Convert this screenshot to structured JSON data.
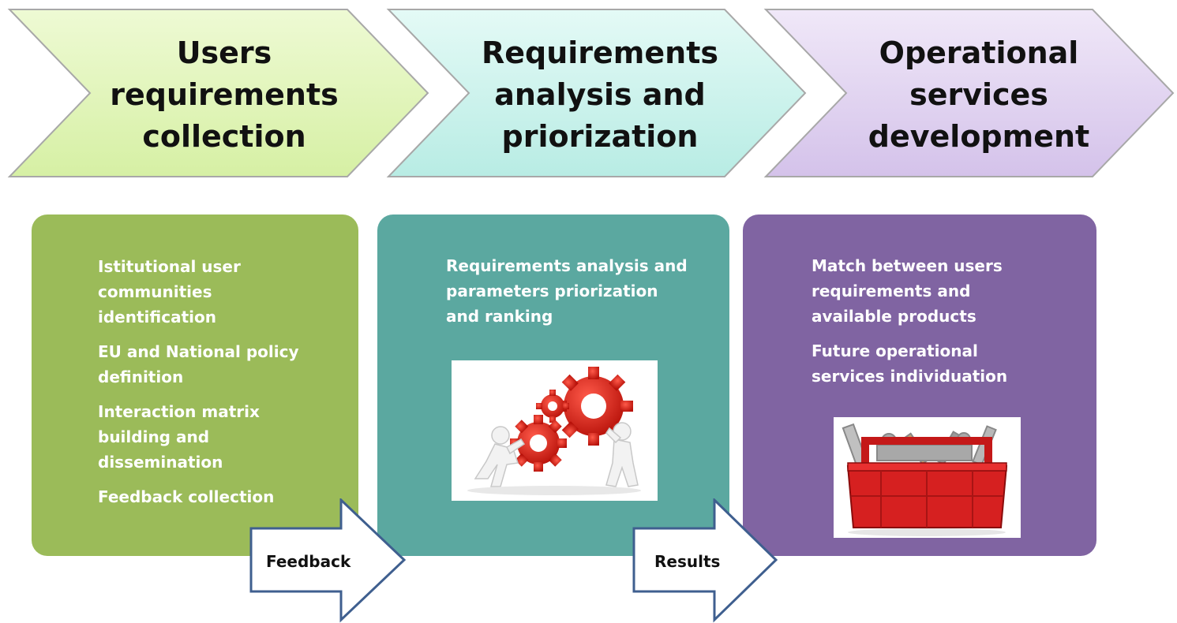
{
  "stages": [
    {
      "title_lines": [
        "Users",
        "requirements",
        "collection"
      ],
      "items": [
        [
          "Istitutional user",
          "communities",
          "identification"
        ],
        [
          "EU and National policy",
          "definition"
        ],
        [
          "Interaction matrix",
          "building and",
          "dissemination"
        ],
        [
          "Feedback collection"
        ]
      ]
    },
    {
      "title_lines": [
        "Requirements",
        "analysis and",
        "priorization"
      ],
      "items": [
        [
          "Requirements analysis and",
          "parameters priorization",
          "and ranking"
        ]
      ]
    },
    {
      "title_lines": [
        "Operational",
        "services",
        "development"
      ],
      "items": [
        [
          "Match between users",
          "requirements and",
          "available products"
        ],
        [
          "Future operational",
          "services  individuation"
        ]
      ]
    }
  ],
  "arrows": [
    {
      "label": "Feedback"
    },
    {
      "label": "Results"
    }
  ],
  "images": [
    {
      "icon": "gears-figures-icon"
    },
    {
      "icon": "toolbox-icon"
    }
  ],
  "colors": {
    "stage1": "#9bbb59",
    "stage2": "#5ba8a0",
    "stage3": "#8064a2",
    "chevron1": "#e6f7c2",
    "chevron2": "#d2f4ef",
    "chevron3": "#e5d9f2"
  }
}
